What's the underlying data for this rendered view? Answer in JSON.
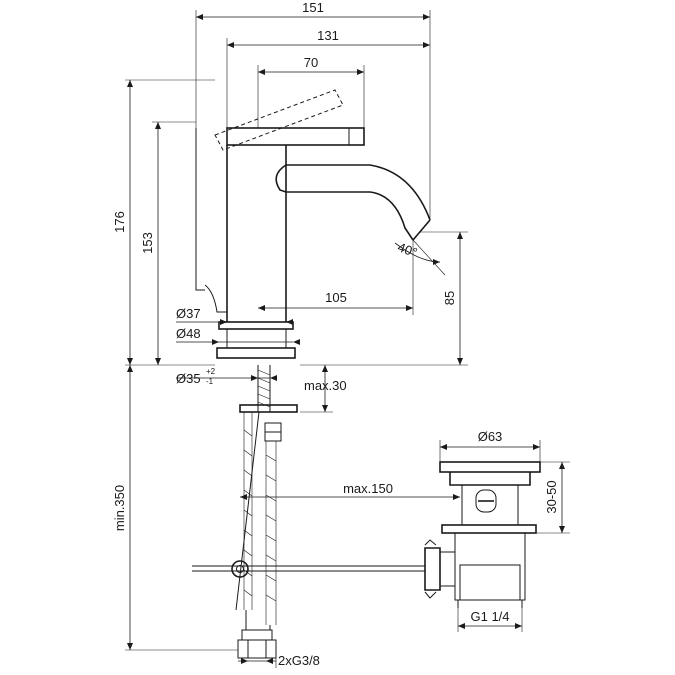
{
  "dimensions": {
    "overall_width": "151",
    "spout_reach": "131",
    "lever_length": "70",
    "total_height": "176",
    "lever_height": "153",
    "spout_height": "85",
    "spout_projection": "105",
    "body_diameter": "Ø37",
    "base_diameter": "Ø48",
    "hole_diameter": "Ø35",
    "hole_tolerance_plus": "+2",
    "hole_tolerance_minus": "-1",
    "deck_thickness": "max.30",
    "lever_angle": "40°",
    "hose_length": "min.350",
    "drain_rod_length": "max.150",
    "waste_diameter": "Ø63",
    "waste_height": "30-50",
    "waste_thread": "G1 1/4",
    "connection_thread": "2xG3/8"
  },
  "colors": {
    "line": "#1a1a1a",
    "background": "#ffffff"
  }
}
